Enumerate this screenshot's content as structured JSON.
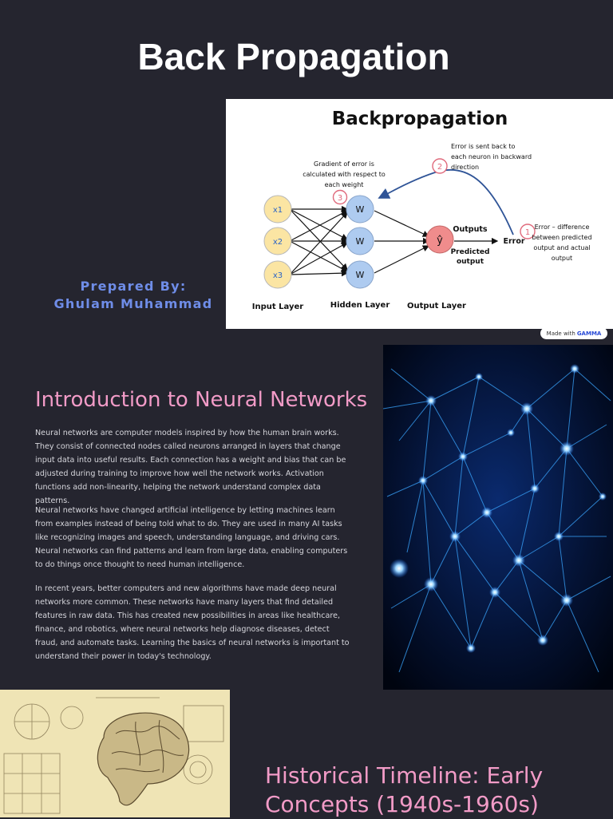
{
  "slide1": {
    "title": "Back Propagation",
    "prepared_label": "Prepared By:",
    "author": "Ghulam Muhammad"
  },
  "diagram": {
    "title": "Backpropagation",
    "inputs": [
      "x1",
      "x2",
      "x3"
    ],
    "hidden_node": "W",
    "output_node": "ŷ",
    "layer_labels": [
      "Input Layer",
      "Hidden Layer",
      "Output Layer"
    ],
    "outputs_label": "Outputs",
    "predicted_label": [
      "Predicted",
      "output"
    ],
    "error_label": "Error",
    "step1_num": "1",
    "step1_lines": [
      "Error – difference",
      "between predicted",
      "output and actual",
      "output"
    ],
    "step2_num": "2",
    "step2_lines": [
      "Error is sent back to",
      "each neuron in backward",
      "direction"
    ],
    "step3_num": "3",
    "step3_lines": [
      "Gradient of error is",
      "calculated with respect to",
      "each weight"
    ]
  },
  "badge": {
    "prefix": "Made with",
    "brand": "GAMMA"
  },
  "slide2": {
    "title": "Introduction to Neural Networks",
    "paragraphs": [
      "Neural networks are computer models inspired by how the human brain works. They consist of connected nodes called neurons arranged in layers that change input data into useful results. Each connection has a weight and bias that can be adjusted during training to improve how well the network works. Activation functions add non-linearity, helping the network understand complex data patterns.",
      "Neural networks have changed artificial intelligence by letting machines learn from examples instead of being told what to do. They are used in many AI tasks like recognizing images and speech, understanding language, and driving cars. Neural networks can find patterns and learn from large data, enabling computers to do things once thought to need human intelligence.",
      "In recent years, better computers and new algorithms have made deep neural networks more common. These networks have many layers that find detailed features in raw data. This has created new possibilities in areas like healthcare, finance, and robotics, where neural networks help diagnose diseases, detect fraud, and automate tasks. Learning the basics of neural networks is important to understand their power in today's technology."
    ]
  },
  "slide3": {
    "title": "Historical Timeline: Early Concepts (1940s-1960s)"
  },
  "colors": {
    "background": "#25252f",
    "accent_pink": "#f29bc7",
    "accent_blue": "#6f8de8"
  }
}
